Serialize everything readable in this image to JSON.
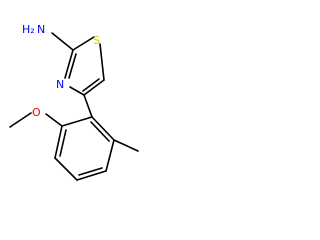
{
  "molecule": {
    "colors": {
      "bond": "#000000",
      "nitrogen": "#0000ff",
      "sulfur": "#cccc00",
      "oxygen": "#ff0000",
      "background": "#ffffff"
    },
    "labels": {
      "amine_h2": "H₂",
      "amine_n": "N",
      "ring_n": "N",
      "ring_s": "S",
      "methoxy_o": "O"
    }
  }
}
